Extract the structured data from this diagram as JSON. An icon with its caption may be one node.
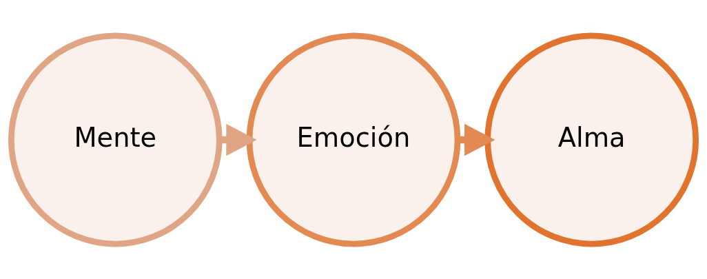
{
  "diagram": {
    "nodes": [
      {
        "text": [
          "Mente"
        ]
      },
      {
        "text": [
          "Emoción"
        ]
      },
      {
        "text": [
          "Alma"
        ]
      }
    ],
    "edges": [
      {
        "from": 0,
        "to": 1,
        "arrow": "to"
      },
      {
        "from": 1,
        "to": 2,
        "arrow": "to"
      }
    ]
  }
}
